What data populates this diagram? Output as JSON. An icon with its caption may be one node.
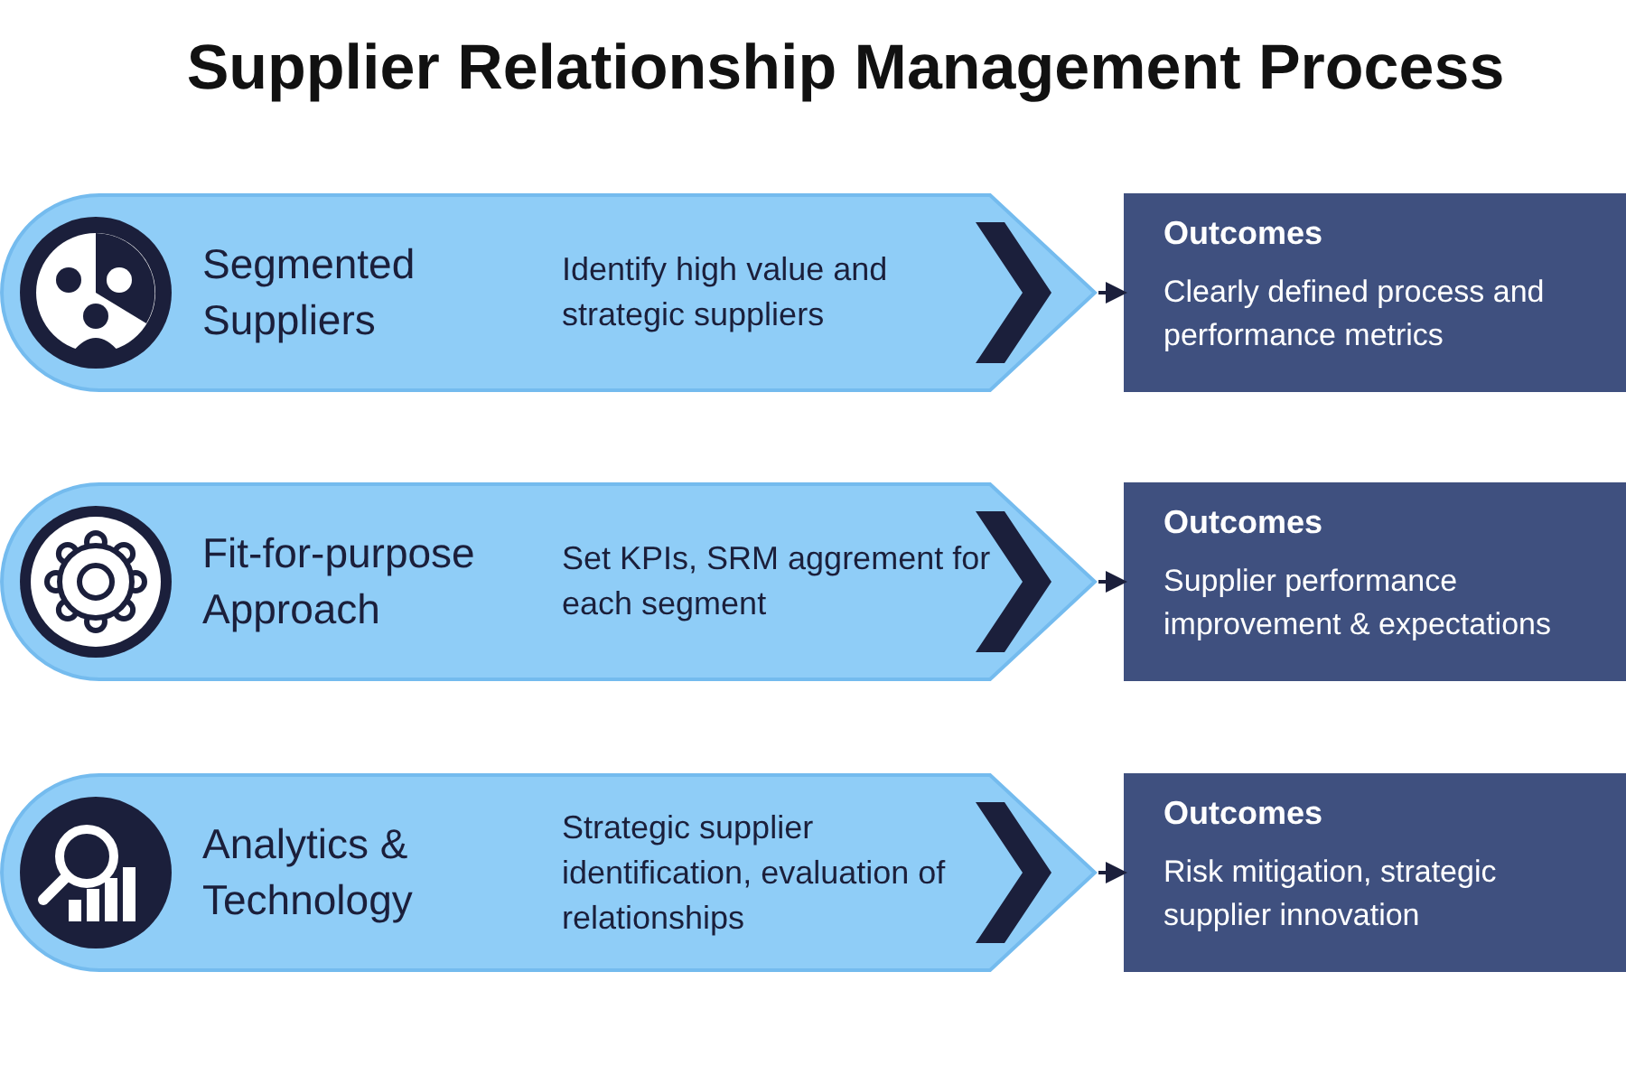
{
  "diagram": {
    "title": "Supplier Relationship Management Process",
    "nodes": [
      {
        "text": [
          "Segmented Suppliers",
          "Identify high value and strategic suppliers"
        ]
      },
      {
        "text": [
          "Outcomes",
          "Clearly defined process and performance metrics"
        ]
      },
      {
        "text": [
          "Fit-for-purpose Approach",
          "Set KPIs, SRM aggrement for each segment"
        ]
      },
      {
        "text": [
          "Outcomes",
          "Supplier performance improvement & expectations"
        ]
      },
      {
        "text": [
          "Analytics & Technology",
          "Strategic supplier identification, evaluation of relationships"
        ]
      },
      {
        "text": [
          "Outcomes",
          "Risk mitigation, strategic supplier innovation"
        ]
      }
    ],
    "edges": [
      {
        "from": 0,
        "to": 1,
        "arrow": "to"
      },
      {
        "from": 2,
        "to": 3,
        "arrow": "to"
      },
      {
        "from": 4,
        "to": 5,
        "arrow": "to"
      }
    ]
  }
}
